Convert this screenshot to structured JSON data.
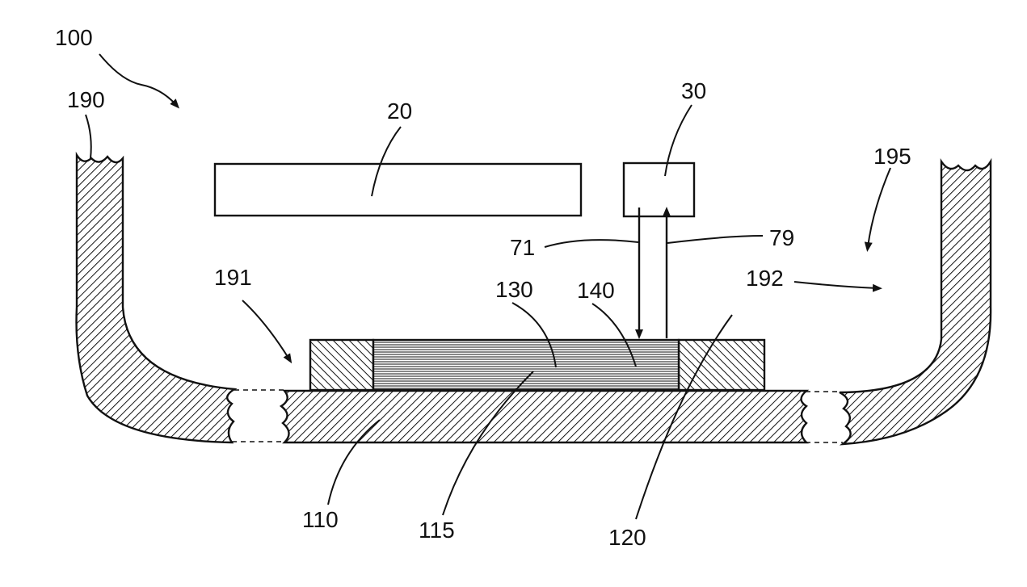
{
  "figure": {
    "labels": {
      "assembly": "100",
      "vessel_wall_left_break": "190",
      "component_20": "20",
      "component_30": "30",
      "vessel_interior": "195",
      "incident_beam": "71",
      "return_beam": "79",
      "left_region": "191",
      "right_region": "192",
      "layer_130": "130",
      "layer_140": "140",
      "base_plate": "110",
      "bond_layer": "115",
      "frame": "120"
    },
    "colors": {
      "ink": "#111111",
      "background": "#ffffff"
    }
  }
}
